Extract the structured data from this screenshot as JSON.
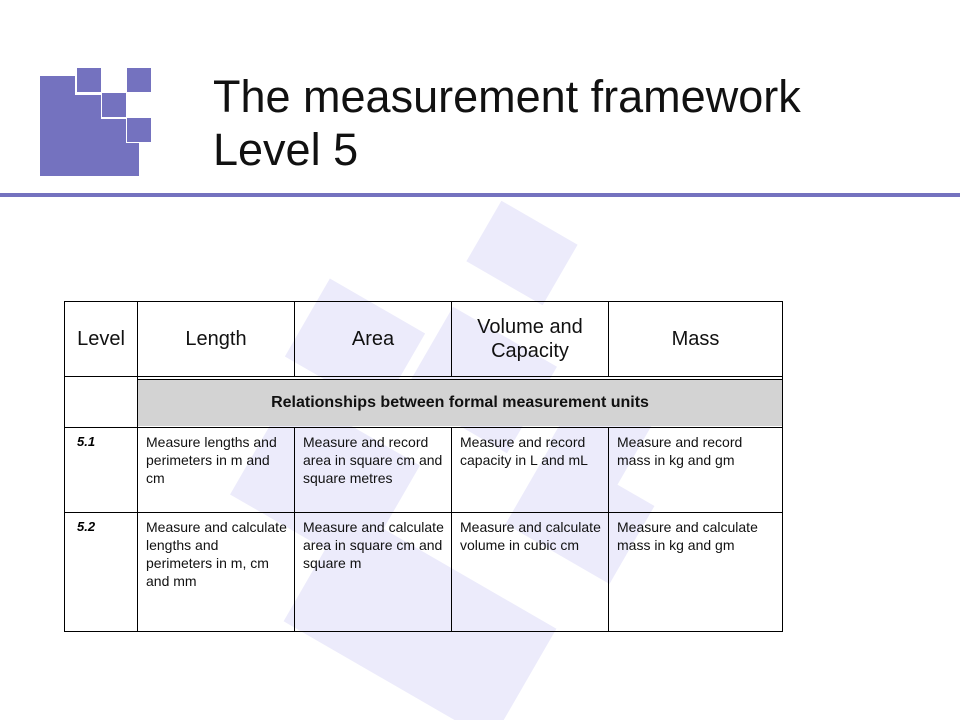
{
  "title": {
    "line1": "The measurement framework",
    "line2": "Level 5"
  },
  "colors": {
    "accent": "#7472bf",
    "watermark": "#ecebfb",
    "band_fill": "#d3d3d3"
  },
  "table": {
    "headers": [
      "Level",
      "Length",
      "Area",
      "Volume and Capacity",
      "Mass"
    ],
    "band": "Relationships between formal measurement units",
    "rows": [
      {
        "level": "5.1",
        "length": "Measure lengths and perimeters in m and cm",
        "area": "Measure and record area in square cm and square metres",
        "volume": "Measure and record capacity in L and mL",
        "mass": "Measure and record mass in kg and gm"
      },
      {
        "level": "5.2",
        "length": "Measure and calculate lengths and perimeters in m, cm and mm",
        "area": "Measure and calculate area in square cm and square m",
        "volume": "Measure and calculate volume in cubic cm",
        "mass": "Measure and calculate mass in kg and gm"
      }
    ]
  }
}
